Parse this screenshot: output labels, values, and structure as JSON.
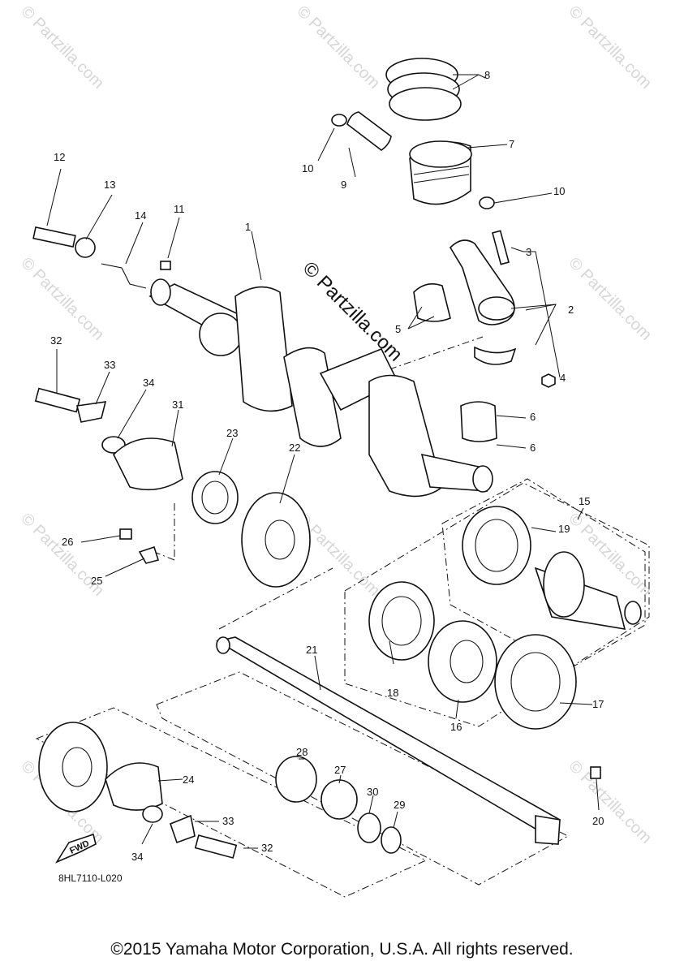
{
  "diagram": {
    "watermark": "© Partzilla.com",
    "diagram_code": "8HL7110-L020",
    "fwd_label": "FWD",
    "copyright": "©2015 Yamaha Motor Corporation, U.S.A. All rights reserved.",
    "callouts": [
      "1",
      "2",
      "3",
      "4",
      "5",
      "6",
      "6",
      "7",
      "8",
      "9",
      "10",
      "10",
      "11",
      "12",
      "13",
      "14",
      "15",
      "16",
      "17",
      "18",
      "19",
      "20",
      "21",
      "22",
      "23",
      "24",
      "25",
      "26",
      "27",
      "28",
      "29",
      "30",
      "31",
      "32",
      "32",
      "33",
      "33",
      "34",
      "34"
    ]
  }
}
